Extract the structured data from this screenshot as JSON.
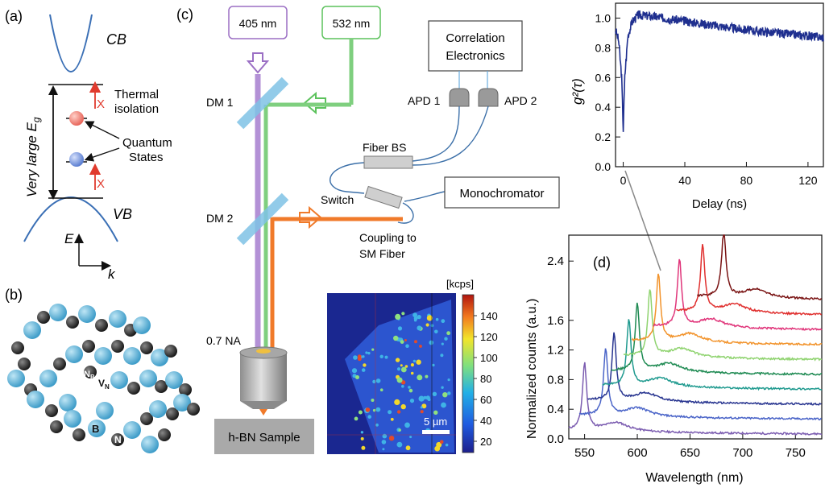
{
  "panel_labels": {
    "a": "(a)",
    "b": "(b)",
    "c": "(c)",
    "d": "(d)"
  },
  "panel_a": {
    "cb": "CB",
    "vb": "VB",
    "gap_label": "Very large E",
    "gap_sub": "g",
    "thermal_1": "Thermal",
    "thermal_2": "isolation",
    "quantum_1": "Quantum",
    "quantum_2": "States",
    "cross": "X",
    "axis_e": "E",
    "axis_k": "k",
    "colors": {
      "band": "#3a6fb5",
      "red": "#e03b2e",
      "state_red": "#f2877f",
      "state_blue": "#6d8fd8"
    }
  },
  "panel_b": {
    "n_label": "N",
    "b_label": "B",
    "nb_label": "N",
    "nb_sub": "B",
    "vn_label": "V",
    "vn_sub": "N",
    "colors": {
      "boron": "#5bb3d8",
      "nitrogen": "#2b2b2b"
    }
  },
  "panel_c": {
    "laser_405": "405 nm",
    "laser_532": "532 nm",
    "dm1": "DM 1",
    "dm2": "DM 2",
    "na": "0.7 NA",
    "sample": "h-BN Sample",
    "corr_1": "Correlation",
    "corr_2": "Electronics",
    "apd1": "APD 1",
    "apd2": "APD 2",
    "fiber_bs": "Fiber BS",
    "switch": "Switch",
    "monochromator": "Monochromator",
    "coupling_1": "Coupling to",
    "coupling_2": "SM Fiber",
    "map_unit": "[kcps]",
    "map_ticks": [
      "140",
      "120",
      "100",
      "80",
      "60",
      "40",
      "20"
    ],
    "scalebar": "5 µm",
    "colors": {
      "violet": "#9b6fc4",
      "green": "#7fcf7f",
      "orange": "#f07a2a",
      "fiber": "#3b6fa8"
    }
  },
  "g2_chart": {
    "ylabel": "g²(τ)",
    "xlabel": "Delay (ns)",
    "xticks": [
      "0",
      "40",
      "80",
      "120"
    ],
    "yticks": [
      "0.0",
      "0.2",
      "0.4",
      "0.6",
      "0.8",
      "1.0"
    ]
  },
  "spectra_chart": {
    "ylabel": "Normalized counts (a.u.)",
    "xlabel": "Wavelength (nm)",
    "xticks": [
      "550",
      "600",
      "650",
      "700",
      "750"
    ],
    "yticks": [
      "0.0",
      "0.4",
      "0.8",
      "1.2",
      "1.6",
      "2.4"
    ]
  },
  "chart_data": [
    {
      "type": "line",
      "xlabel": "Delay (ns)",
      "ylabel": "g²(τ)",
      "xlim": [
        -5,
        130
      ],
      "ylim": [
        0,
        1.1
      ],
      "series": [
        {
          "x": [
            -5,
            -3,
            -1,
            0,
            1,
            3,
            6,
            10,
            20,
            40,
            60,
            80,
            100,
            120,
            130
          ],
          "values": [
            0.92,
            0.85,
            0.6,
            0.25,
            0.6,
            0.88,
            0.98,
            1.02,
            1.01,
            0.98,
            0.95,
            0.92,
            0.9,
            0.88,
            0.87
          ]
        }
      ],
      "color": "#1f2f8f"
    },
    {
      "type": "line",
      "xlabel": "Wavelength (nm)",
      "ylabel": "Normalized counts (a.u.)",
      "xlim": [
        535,
        775
      ],
      "ylim": [
        0,
        2.75
      ],
      "series": [
        {
          "peak": 550,
          "offset": 0.0,
          "color": "#7b5cb0"
        },
        {
          "peak": 570,
          "offset": 0.2,
          "color": "#4a64c8"
        },
        {
          "peak": 578,
          "offset": 0.4,
          "color": "#26338f"
        },
        {
          "peak": 592,
          "offset": 0.6,
          "color": "#1f9a8f"
        },
        {
          "peak": 600,
          "offset": 0.8,
          "color": "#1e8a52"
        },
        {
          "peak": 612,
          "offset": 1.0,
          "color": "#8fd36f"
        },
        {
          "peak": 620,
          "offset": 1.2,
          "color": "#f2932b"
        },
        {
          "peak": 640,
          "offset": 1.4,
          "color": "#e0357a"
        },
        {
          "peak": 662,
          "offset": 1.6,
          "color": "#e0302f"
        },
        {
          "peak": 682,
          "offset": 1.8,
          "color": "#7a1414"
        }
      ]
    }
  ]
}
